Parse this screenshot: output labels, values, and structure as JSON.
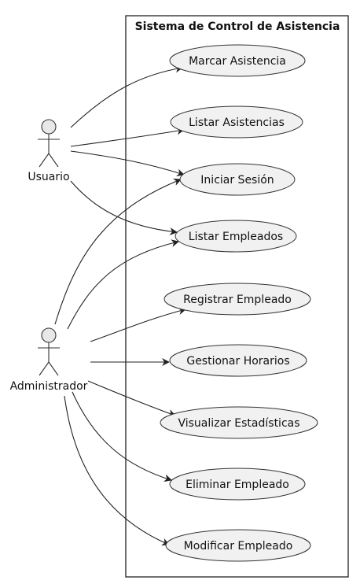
{
  "system": {
    "title": "Sistema de Control de Asistencia"
  },
  "actors": [
    {
      "id": "usuario",
      "label": "Usuario"
    },
    {
      "id": "administrador",
      "label": "Administrador"
    }
  ],
  "use_cases": [
    {
      "id": "uc-marcar-asistencia",
      "label": "Marcar Asistencia"
    },
    {
      "id": "uc-listar-asistencias",
      "label": "Listar Asistencias"
    },
    {
      "id": "uc-iniciar-sesion",
      "label": "Iniciar Sesión"
    },
    {
      "id": "uc-listar-empleados",
      "label": "Listar Empleados"
    },
    {
      "id": "uc-registrar-empleado",
      "label": "Registrar Empleado"
    },
    {
      "id": "uc-gestionar-horarios",
      "label": "Gestionar Horarios"
    },
    {
      "id": "uc-visualizar-estadisticas",
      "label": "Visualizar Estadísticas"
    },
    {
      "id": "uc-eliminar-empleado",
      "label": "Eliminar Empleado"
    },
    {
      "id": "uc-modificar-empleado",
      "label": "Modificar Empleado"
    }
  ],
  "associations": [
    {
      "from": "usuario",
      "to": "uc-marcar-asistencia"
    },
    {
      "from": "usuario",
      "to": "uc-listar-asistencias"
    },
    {
      "from": "usuario",
      "to": "uc-iniciar-sesion"
    },
    {
      "from": "usuario",
      "to": "uc-listar-empleados"
    },
    {
      "from": "administrador",
      "to": "uc-iniciar-sesion"
    },
    {
      "from": "administrador",
      "to": "uc-listar-empleados"
    },
    {
      "from": "administrador",
      "to": "uc-registrar-empleado"
    },
    {
      "from": "administrador",
      "to": "uc-gestionar-horarios"
    },
    {
      "from": "administrador",
      "to": "uc-visualizar-estadisticas"
    },
    {
      "from": "administrador",
      "to": "uc-eliminar-empleado"
    },
    {
      "from": "administrador",
      "to": "uc-modificar-empleado"
    }
  ]
}
